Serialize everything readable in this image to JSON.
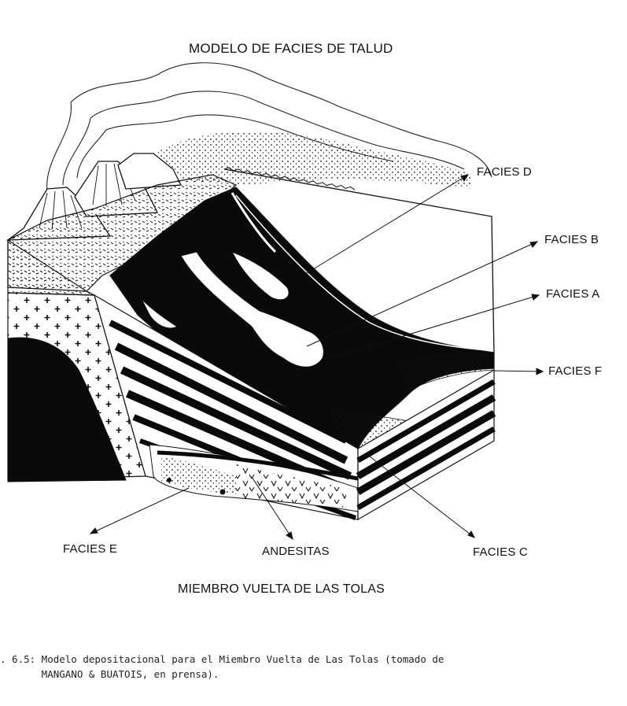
{
  "figure": {
    "title": "MODELO DE FACIES DE TALUD",
    "subtitle": "MIEMBRO VUELTA DE LAS TOLAS",
    "labels": {
      "facies_d": "FACIES D",
      "facies_b": "FACIES B",
      "facies_a": "FACIES A",
      "facies_f": "FACIES F",
      "facies_e": "FACIES E",
      "andesitas": "ANDESITAS",
      "facies_c": "FACIES C"
    }
  },
  "caption": {
    "line1": ". 6.5: Modelo depositacional para el Miembro Vuelta de Las Tolas (tomado de",
    "line2": "       MANGANO & BUATOIS, en prensa)."
  }
}
